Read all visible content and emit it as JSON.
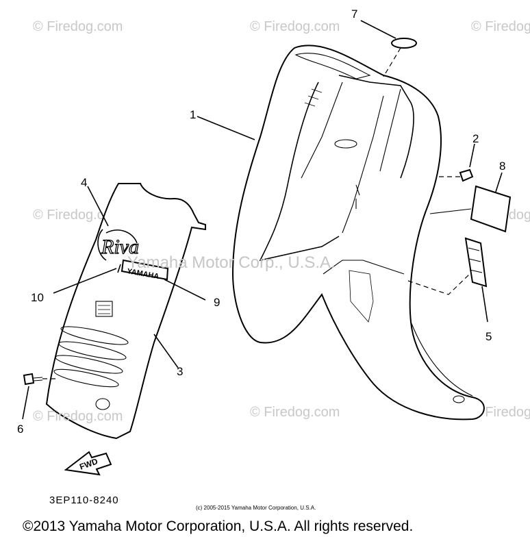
{
  "watermarks": {
    "site": "© Firedog.com",
    "center": "Yamaha Motor Corp., U.S.A."
  },
  "callouts": {
    "c1": "1",
    "c2": "2",
    "c3": "3",
    "c4": "4",
    "c5": "5",
    "c6": "6",
    "c7": "7",
    "c8": "8",
    "c9": "9",
    "c10": "10"
  },
  "fwd_label": "FWD",
  "logo_text": "Riva",
  "decal_text": "YAMAHA",
  "diagram_code": "3EP110-8240",
  "small_copyright": "(c) 2005-2015 Yamaha Motor Corporation, U.S.A.",
  "copyright": "©2013 Yamaha Motor Corporation, U.S.A. All rights reserved.",
  "colors": {
    "line": "#000000",
    "watermark": "#c8c8c8",
    "background": "#ffffff"
  }
}
